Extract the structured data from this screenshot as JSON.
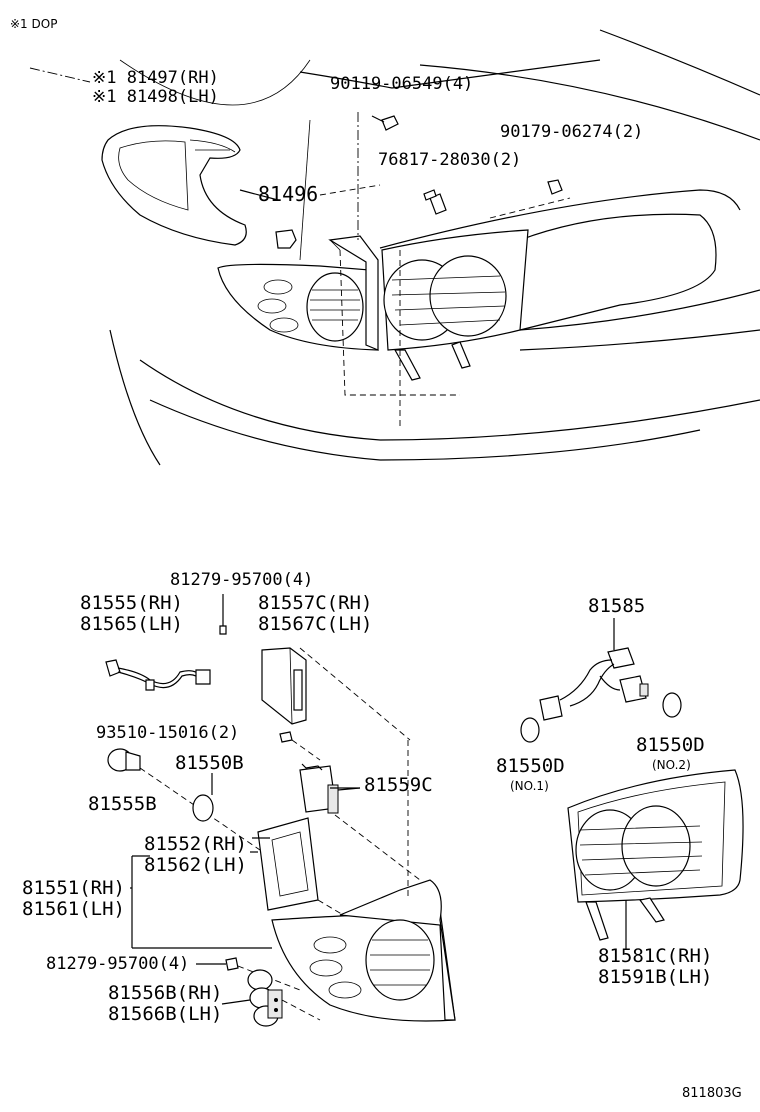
{
  "header": {
    "note": "※1 DOP"
  },
  "footer": {
    "figure_code": "811803G"
  },
  "top_view": {
    "labels": {
      "p81497": "※1 81497(RH)",
      "p81498": "※1 81498(LH)",
      "p90119": "90119-06549(4)",
      "p90179": "90179-06274(2)",
      "p76817": "76817-28030(2)",
      "p81496": "81496"
    }
  },
  "exploded_view": {
    "labels": {
      "p81279_top": "81279-95700(4)",
      "p81555rh": "81555(RH)",
      "p81565lh": "81565(LH)",
      "p81557rh": "81557C(RH)",
      "p81567lh": "81567C(LH)",
      "p93510": "93510-15016(2)",
      "p81550b": "81550B",
      "p81555b": "81555B",
      "p81559c": "81559C",
      "p81552rh": "81552(RH)",
      "p81562lh": "81562(LH)",
      "p81551rh": "81551(RH)",
      "p81561lh": "81561(LH)",
      "p81279_bot": "81279-95700(4)",
      "p81556rh": "81556B(RH)",
      "p81566lh": "81566B(LH)"
    }
  },
  "right_view": {
    "labels": {
      "p81585": "81585",
      "p81550d_1": "81550D",
      "no1": "(NO.1)",
      "p81550d_2": "81550D",
      "no2": "(NO.2)",
      "p81581rh": "81581C(RH)",
      "p81591lh": "81591B(LH)"
    }
  }
}
